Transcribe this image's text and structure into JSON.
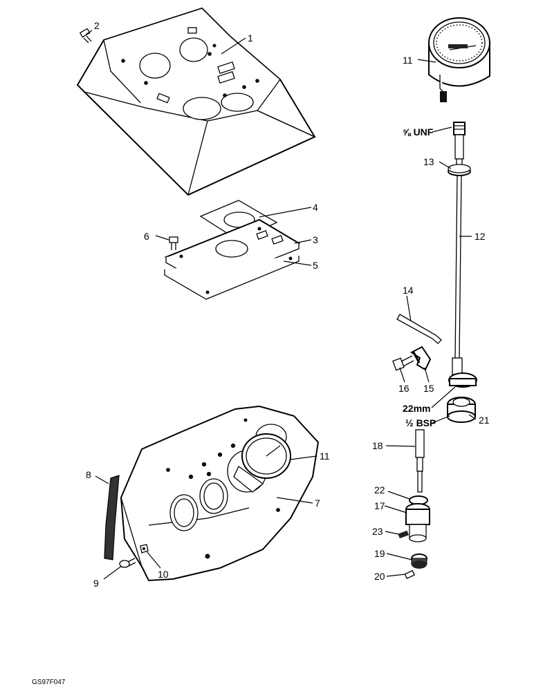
{
  "drawing_code": "GS97F047",
  "thread_labels": {
    "unf": "⅝ UNF",
    "mm22": "22mm",
    "bsp": "½ BSP"
  },
  "callouts": {
    "c1": "1",
    "c2": "2",
    "c3": "3",
    "c4": "4",
    "c5": "5",
    "c6": "6",
    "c7": "7",
    "c8": "8",
    "c9": "9",
    "c10": "10",
    "c11a": "11",
    "c11b": "11",
    "c12": "12",
    "c13": "13",
    "c14": "14",
    "c15": "15",
    "c16": "16",
    "c17": "17",
    "c18": "18",
    "c19": "19",
    "c20": "20",
    "c21": "21",
    "c22": "22",
    "c23": "23"
  }
}
